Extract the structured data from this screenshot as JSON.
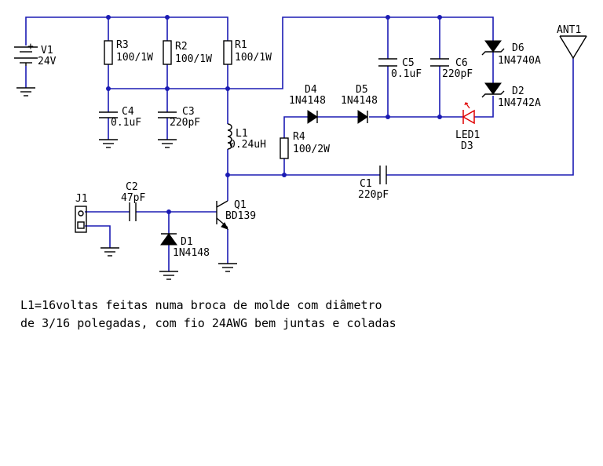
{
  "labels": {
    "v1_name": "V1",
    "v1_value": "24V",
    "r3_name": "R3",
    "r3_value": "100/1W",
    "r2_name": "R2",
    "r2_value": "100/1W",
    "r1_name": "R1",
    "r1_value": "100/1W",
    "c4_name": "C4",
    "c4_value": "0.1uF",
    "c3_name": "C3",
    "c3_value": "220pF",
    "l1_name": "L1",
    "l1_value": "0.24uH",
    "r4_name": "R4",
    "r4_value": "100/2W",
    "c5_name": "C5",
    "c5_value": "0.1uF",
    "c6_name": "C6",
    "c6_value": "220pF",
    "d4_name": "D4",
    "d4_value": "1N4148",
    "d5_name": "D5",
    "d5_value": "1N4148",
    "d6_name": "D6",
    "d6_value": "1N4740A",
    "d2_name": "D2",
    "d2_value": "1N4742A",
    "led1_name": "LED1",
    "d3_name": "D3",
    "ant1_name": "ANT1",
    "c1_name": "C1",
    "c1_value": "220pF",
    "j1_name": "J1",
    "c2_name": "C2",
    "c2_value": "47pF",
    "q1_name": "Q1",
    "q1_value": "BD139",
    "d1_name": "D1",
    "d1_value": "1N4148",
    "battery_plus": "+"
  },
  "note": {
    "line1": "L1=16voltas feitas numa broca de molde com diâmetro",
    "line2": "de 3/16 polegadas, com fio 24AWG bem juntas e coladas"
  },
  "colors": {
    "wire": "#1b1bb4",
    "led": "#e00000",
    "component": "#000000"
  }
}
